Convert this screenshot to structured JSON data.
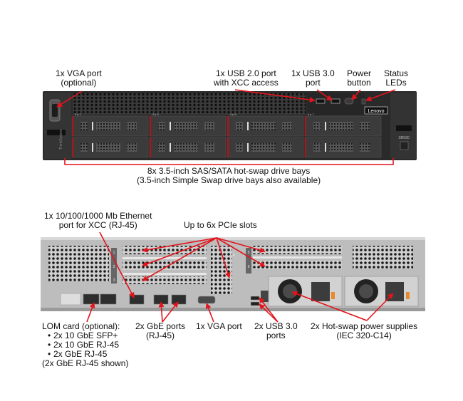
{
  "colors": {
    "callout": "#e3141b",
    "chassis_dark": "#2b2b2b",
    "chassis_light": "#c9c9c9",
    "bay_accent": "#b3121a",
    "release_tab": "#e8892e"
  },
  "front": {
    "labels": {
      "vga": [
        "1x VGA port",
        "(optional)"
      ],
      "usb2": [
        "1x USB 2.0 port",
        "with XCC access"
      ],
      "usb3": [
        "1x USB 3.0",
        "port"
      ],
      "power": [
        "Power",
        "button"
      ],
      "status": [
        "Status",
        "LEDs"
      ],
      "bays": [
        "8x 3.5-inch SAS/SATA hot-swap drive bays",
        "(3.5-inch Simple Swap drive bays also available)"
      ]
    },
    "brand_logo": "Lenovo",
    "model_badge": "SR590",
    "side_brand": "ThinkSystem",
    "bay_numbers": [
      "0 ▸ 1",
      "2 ▸ 3",
      "4 ▸ 5",
      "6 ▸ 7"
    ]
  },
  "rear": {
    "labels": {
      "xcc_eth": [
        "1x 10/100/1000 Mb Ethernet",
        "port for XCC (RJ-45)"
      ],
      "pcie": [
        "Up to 6x PCIe slots"
      ],
      "lom_title": "LOM card (optional):",
      "lom_items": [
        "2x 10 GbE SFP+",
        "2x 10 GbE RJ-45",
        "2x GbE RJ-45"
      ],
      "lom_note": "(2x GbE RJ-45 shown)",
      "gbe": [
        "2x GbE ports",
        "(RJ-45)"
      ],
      "vga": [
        "1x VGA port"
      ],
      "usb3": [
        "2x USB 3.0",
        "ports"
      ],
      "psu": [
        "2x Hot-swap power supplies",
        "(IEC 320-C14)"
      ]
    },
    "slot_numbers": [
      "1",
      "2",
      "3",
      "4",
      "5",
      "6"
    ]
  }
}
